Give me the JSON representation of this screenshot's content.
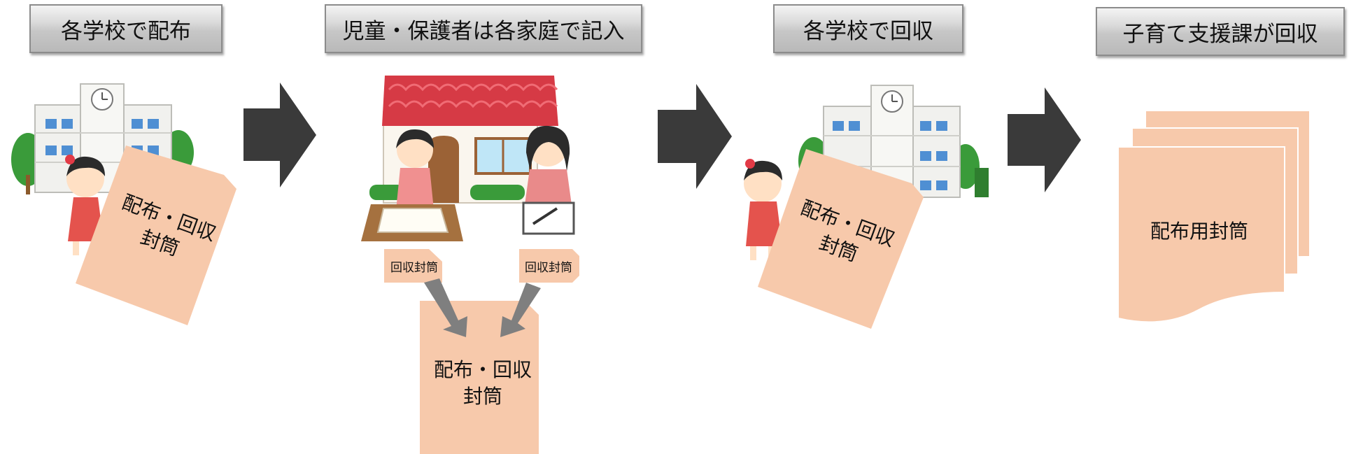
{
  "steps": [
    {
      "label": "各学校で配布"
    },
    {
      "label": "児童・保護者は各家庭で記入"
    },
    {
      "label": "各学校で回収"
    },
    {
      "label": "子育て支援課が回収"
    }
  ],
  "envelopes": {
    "school1": {
      "line1": "配布・回収",
      "line2": "封筒"
    },
    "home_large": {
      "line1": "配布・回収",
      "line2": "封筒"
    },
    "school2": {
      "line1": "配布・回収",
      "line2": "封筒"
    },
    "return_left": "回収封筒",
    "return_right": "回収封筒",
    "stack": "配布用封筒"
  },
  "colors": {
    "envelope": "#f7c9ab",
    "arrow_dark": "#3a3a3a",
    "arrow_gray": "#7f7f7f",
    "roof": "#d63a45",
    "school_wall": "#f1f1ee",
    "window": "#4f8fd3",
    "tree": "#3a9b3a"
  }
}
